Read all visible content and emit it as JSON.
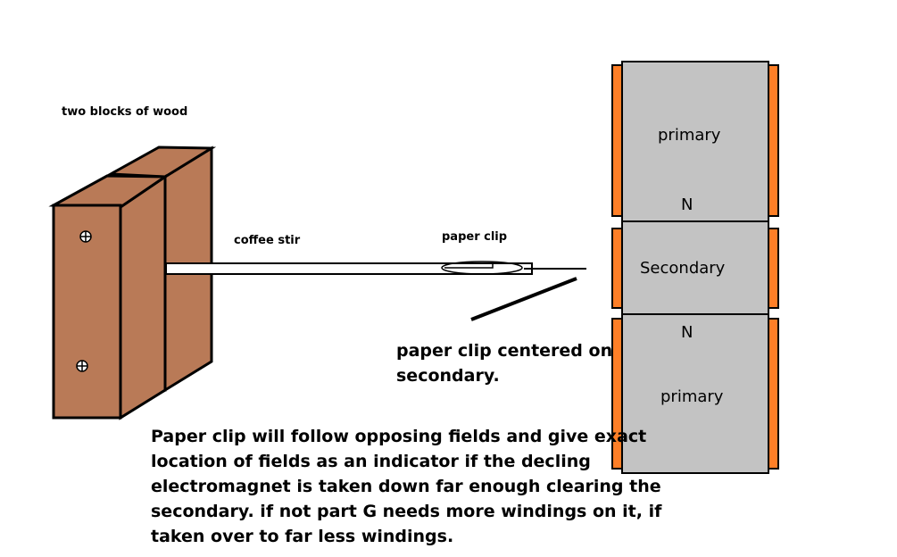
{
  "labels": {
    "wood": "two blocks of wood",
    "stir": "coffee stir",
    "clip": "paper clip",
    "centered_line1": "paper clip centered on",
    "centered_line2": "secondary.",
    "primary_top": "primary",
    "north_top": "N",
    "secondary": "Secondary",
    "north_bottom": "N",
    "primary_bottom": "primary"
  },
  "note_lines": [
    "Paper clip will follow opposing fields and give exact",
    "location of fields as an indicator if the decling",
    "electromagnet is taken down far enough clearing the",
    "secondary. if not part G needs more windings on it, if",
    "taken over to far less windings."
  ],
  "colors": {
    "wood": "#b97a57",
    "coil_body": "#c3c3c3",
    "winding": "#ff7f27",
    "outline": "#000000"
  }
}
